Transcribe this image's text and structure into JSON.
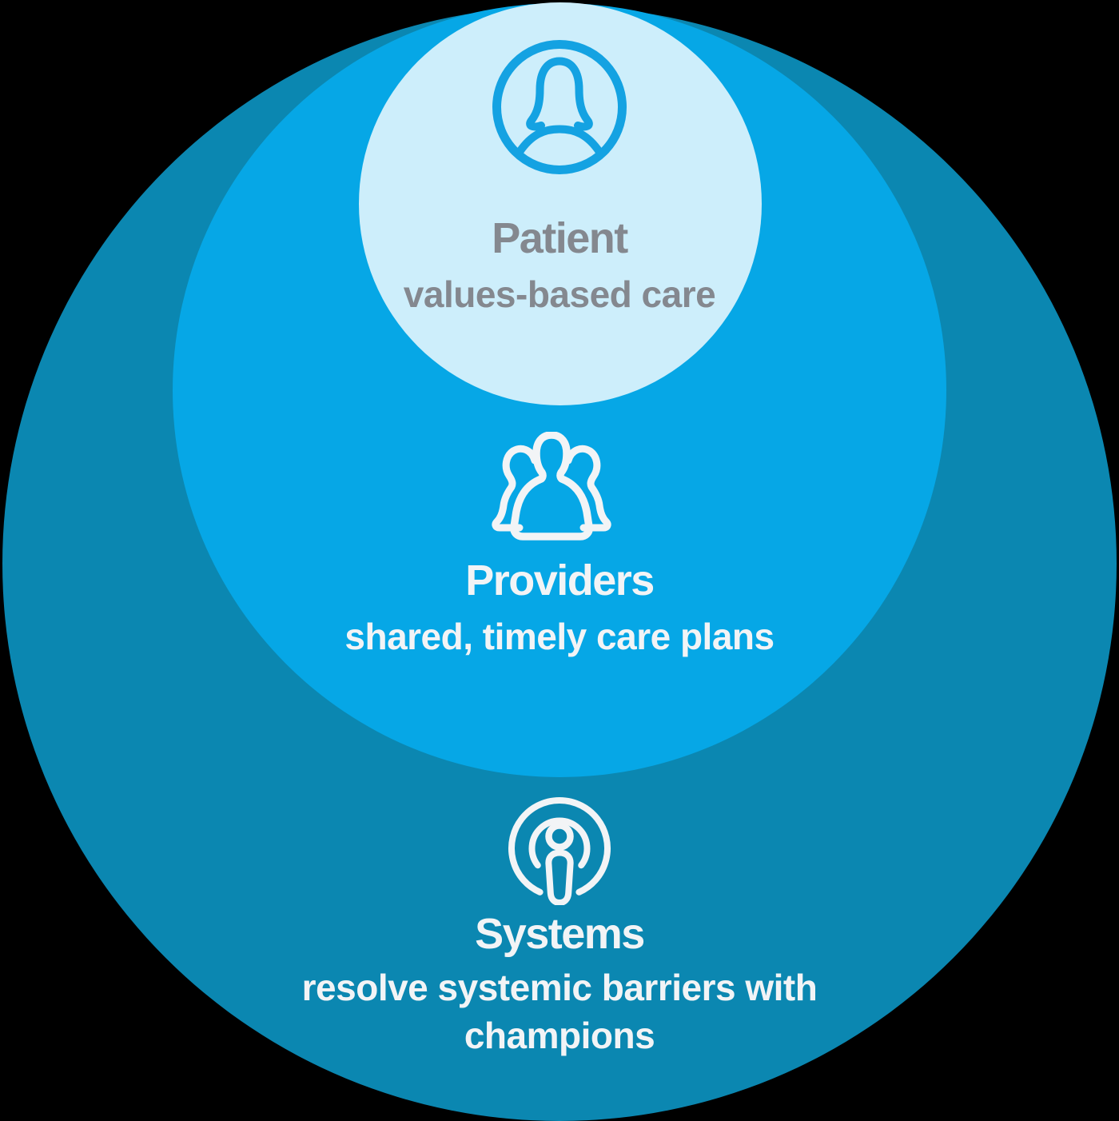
{
  "page": {
    "background_color": "#000000"
  },
  "diagram": {
    "type": "nested-circles-infographic",
    "colors": {
      "background": "#000000",
      "outer_circle": "#0b87b1",
      "middle_circle": "#06a7e6",
      "inner_circle": "#cdeefb",
      "patient_text": "#84888f",
      "light_text": "#f2f4f6",
      "avatar_icon_stroke": "#14a2e2"
    },
    "layers": [
      {
        "name": "patient",
        "title": "Patient",
        "subtitle": "values-based care",
        "icon": "person-avatar-icon"
      },
      {
        "name": "providers",
        "title": "Providers",
        "subtitle": "shared, timely care plans",
        "icon": "people-group-icon"
      },
      {
        "name": "systems",
        "title": "Systems",
        "subtitle": "resolve systemic barriers with champions",
        "icon": "podcast-broadcast-icon"
      }
    ]
  }
}
